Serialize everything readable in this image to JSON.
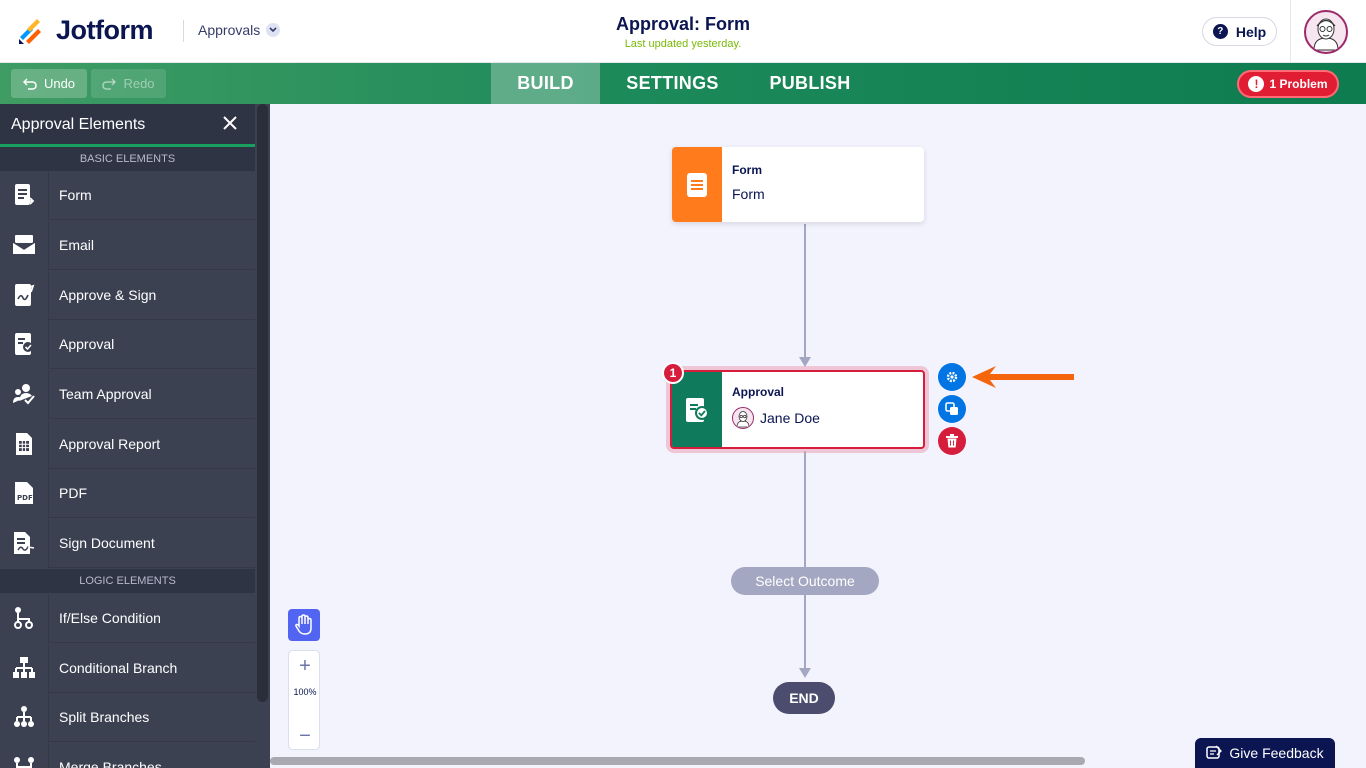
{
  "header": {
    "brand": "Jotform",
    "app_menu": "Approvals",
    "title": "Approval: Form",
    "subtitle": "Last updated yesterday.",
    "help_label": "Help"
  },
  "toolbar": {
    "undo_label": "Undo",
    "redo_label": "Redo",
    "tabs": [
      {
        "label": "BUILD",
        "active": true
      },
      {
        "label": "SETTINGS",
        "active": false
      },
      {
        "label": "PUBLISH",
        "active": false
      }
    ],
    "problem_label": "1 Problem"
  },
  "sidebar": {
    "title": "Approval Elements",
    "basic_section": "BASIC ELEMENTS",
    "basic_items": [
      {
        "label": "Form",
        "icon": "form-icon"
      },
      {
        "label": "Email",
        "icon": "email-icon"
      },
      {
        "label": "Approve & Sign",
        "icon": "approve-sign-icon"
      },
      {
        "label": "Approval",
        "icon": "approval-icon"
      },
      {
        "label": "Team Approval",
        "icon": "team-approval-icon"
      },
      {
        "label": "Approval Report",
        "icon": "approval-report-icon"
      },
      {
        "label": "PDF",
        "icon": "pdf-icon"
      },
      {
        "label": "Sign Document",
        "icon": "sign-document-icon"
      }
    ],
    "logic_section": "LOGIC ELEMENTS",
    "logic_items": [
      {
        "label": "If/Else Condition",
        "icon": "if-else-icon"
      },
      {
        "label": "Conditional Branch",
        "icon": "conditional-branch-icon"
      },
      {
        "label": "Split Branches",
        "icon": "split-branches-icon"
      },
      {
        "label": "Merge Branches",
        "icon": "merge-branches-icon"
      }
    ]
  },
  "canvas": {
    "form_node": {
      "type": "Form",
      "name": "Form",
      "color": "#ff7b1c"
    },
    "approval_node": {
      "type": "Approval",
      "assignee": "Jane Doe",
      "badge": "1",
      "color": "#0f7a5c"
    },
    "select_outcome": "Select Outcome",
    "end_label": "END",
    "zoom_level": "100%",
    "zoom_in": "+",
    "zoom_out": "−"
  },
  "feedback_label": "Give Feedback",
  "colors": {
    "brand_navy": "#0a1551",
    "toolbar_green": "#1d8a5a",
    "error_red": "#d61d3c",
    "action_blue": "#0075e3",
    "arrow_orange": "#f5650b"
  }
}
